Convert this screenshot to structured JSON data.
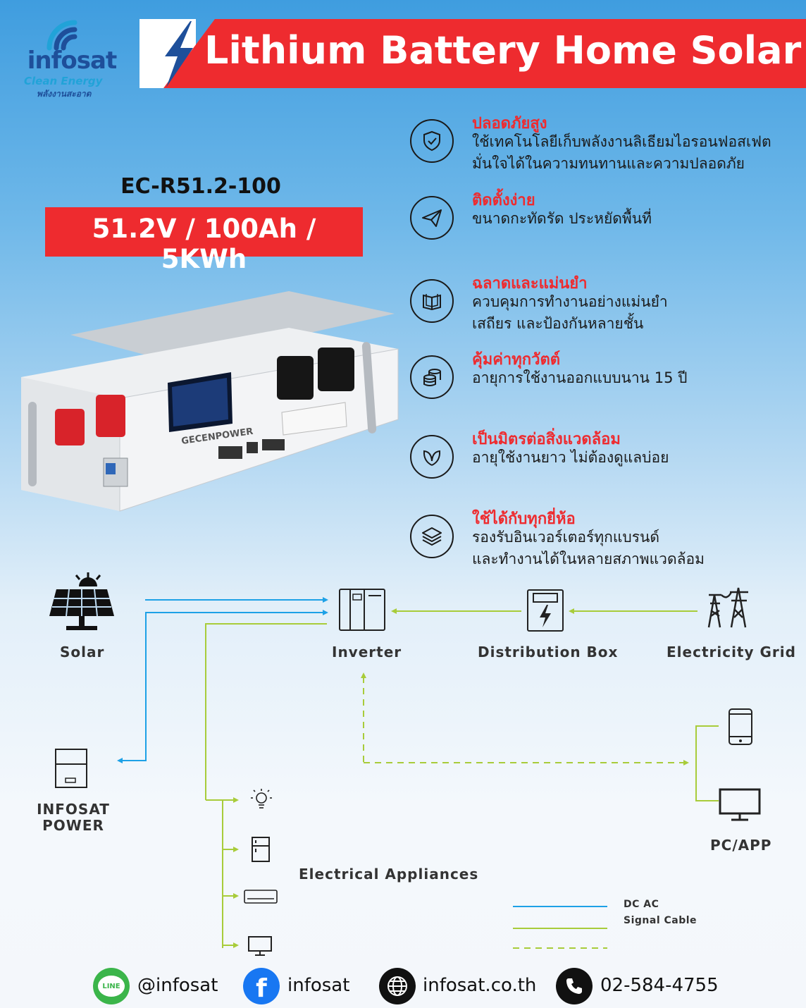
{
  "logo": {
    "brand": "infosat",
    "tagline": "Clean Energy",
    "tagline_thai": "พลังงานสะอาด"
  },
  "header": {
    "title": "Lithium Battery Home Solar"
  },
  "product": {
    "model": "EC-R51.2-100",
    "spec": "51.2V / 100Ah / 5KWh",
    "brand_on_device": "GECENPOWER"
  },
  "features": [
    {
      "icon": "shield-check-icon",
      "title": "ปลอดภัยสูง",
      "lines": [
        "ใช้เทคโนโลยีเก็บพลังงานลิเธียมไอรอนฟอสเฟต",
        "มั่นใจได้ในความทนทานและความปลอดภัย"
      ]
    },
    {
      "icon": "paper-plane-icon",
      "title": "ติดตั้งง่าย",
      "lines": [
        "ขนาดกะทัดรัด ประหยัดพื้นที่"
      ]
    },
    {
      "icon": "book-icon",
      "title": "ฉลาดและแม่นยำ",
      "lines": [
        "ควบคุมการทำงานอย่างแม่นยำ",
        "เสถียร และป้องกันหลายชั้น"
      ]
    },
    {
      "icon": "coins-icon",
      "title": "คุ้มค่าทุกวัตต์",
      "lines": [
        "อายุการใช้งานออกแบบนาน 15 ปี"
      ]
    },
    {
      "icon": "leaf-icon",
      "title": "เป็นมิตรต่อสิ่งแวดล้อม",
      "lines": [
        "อายุใช้งานยาว ไม่ต้องดูแลบ่อย"
      ]
    },
    {
      "icon": "layers-icon",
      "title": "ใช้ได้กับทุกยี่ห้อ",
      "lines": [
        "รองรับอินเวอร์เตอร์ทุกแบรนด์",
        "และทำงานได้ในหลายสภาพแวดล้อม"
      ]
    }
  ],
  "diagram": {
    "nodes": {
      "solar": "Solar",
      "inverter": "Inverter",
      "distribution_box": "Distribution Box",
      "grid": "Electricity Grid",
      "battery_line1": "INFOSAT",
      "battery_line2": "POWER",
      "pc_app": "PC/APP",
      "appliances": "Electrical Appliances"
    },
    "legend": {
      "line1": "DC AC",
      "line2": "Signal Cable"
    },
    "colors": {
      "dc_ac": "#1da1e6",
      "ac_green": "#a8cc3a",
      "signal": "#a8cc3a"
    }
  },
  "footer": {
    "line": "@infosat",
    "facebook": "infosat",
    "website": "infosat.co.th",
    "phone": "02-584-4755"
  },
  "colors": {
    "accent_red": "#ee2b2f",
    "brand_blue": "#1e4f9a"
  }
}
